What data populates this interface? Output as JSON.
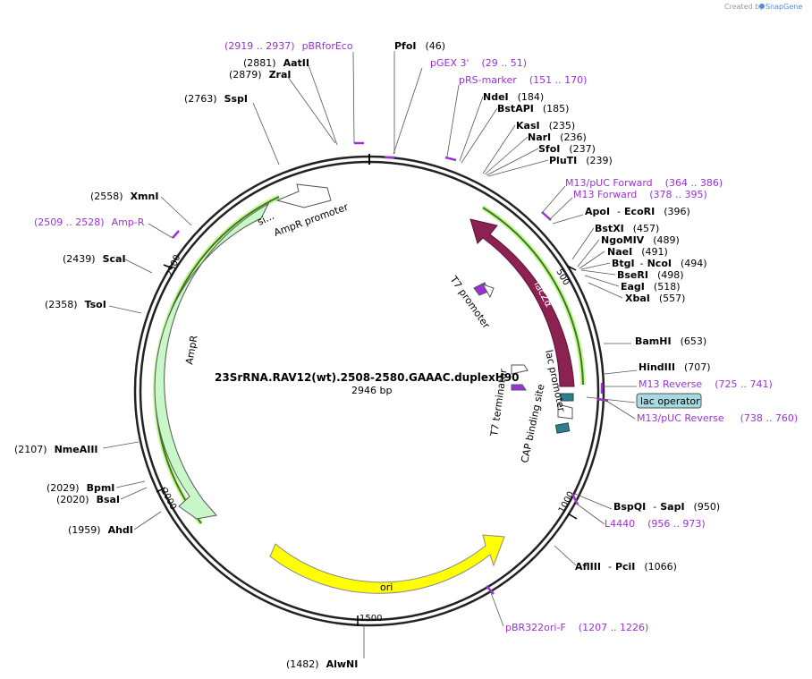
{
  "credit": {
    "prefix": "Created by",
    "brand": "SnapGene"
  },
  "plasmid": {
    "name": "23SrRNA.RAV12(wt).2508-2580.GAAAC.duplexH90",
    "size": "2946 bp"
  },
  "ticks": [
    "500",
    "1000",
    "1500",
    "2000",
    "2500"
  ],
  "enzymes": [
    {
      "name": "PfoI",
      "pos": "(46)"
    },
    {
      "name": "NdeI",
      "pos": "(184)"
    },
    {
      "name": "BstAPI",
      "pos": "(185)"
    },
    {
      "name": "KasI",
      "pos": "(235)"
    },
    {
      "name": "NarI",
      "pos": "(236)"
    },
    {
      "name": "SfoI",
      "pos": "(237)"
    },
    {
      "name": "PluTI",
      "pos": "(239)"
    },
    {
      "name": "ApoI",
      "pos": "",
      "sep": "-",
      "name2": "EcoRI",
      "pos2": "(396)"
    },
    {
      "name": "BstXI",
      "pos": "(457)"
    },
    {
      "name": "NgoMIV",
      "pos": "(489)"
    },
    {
      "name": "NaeI",
      "pos": "(491)"
    },
    {
      "name": "BtgI",
      "pos": "",
      "sep": "-",
      "name2": "NcoI",
      "pos2": "(494)"
    },
    {
      "name": "BseRI",
      "pos": "(498)"
    },
    {
      "name": "EagI",
      "pos": "(518)"
    },
    {
      "name": "XbaI",
      "pos": "(557)"
    },
    {
      "name": "BamHI",
      "pos": "(653)"
    },
    {
      "name": "HindIII",
      "pos": "(707)"
    },
    {
      "name": "BspQI",
      "pos": "",
      "sep": "-",
      "name2": "SapI",
      "pos2": "(950)"
    },
    {
      "name": "AflIII",
      "pos": "",
      "sep": "-",
      "name2": "PciI",
      "pos2": "(1066)"
    },
    {
      "name": "AlwNI",
      "pos": "(1482)"
    },
    {
      "name": "AhdI",
      "pos": "(1959)"
    },
    {
      "name": "BsaI",
      "pos": "(2020)"
    },
    {
      "name": "BpmI",
      "pos": "(2029)"
    },
    {
      "name": "NmeAIII",
      "pos": "(2107)"
    },
    {
      "name": "TsoI",
      "pos": "(2358)"
    },
    {
      "name": "ScaI",
      "pos": "(2439)"
    },
    {
      "name": "XmnI",
      "pos": "(2558)"
    },
    {
      "name": "SspI",
      "pos": "(2763)"
    },
    {
      "name": "ZraI",
      "pos": "(2879)"
    },
    {
      "name": "AatII",
      "pos": "(2881)"
    }
  ],
  "primers": [
    {
      "name": "pBRforEco",
      "range": "(2919 .. 2937)"
    },
    {
      "name": "pGEX 3'",
      "range": "(29 .. 51)"
    },
    {
      "name": "pRS-marker",
      "range": "(151 .. 170)"
    },
    {
      "name": "M13/pUC Forward",
      "range": "(364 .. 386)"
    },
    {
      "name": "M13 Forward",
      "range": "(378 .. 395)"
    },
    {
      "name": "M13 Reverse",
      "range": "(725 .. 741)"
    },
    {
      "name": "M13/pUC Reverse",
      "range": "(738 .. 760)"
    },
    {
      "name": "L4440",
      "range": "(956 .. 973)"
    },
    {
      "name": "pBR322ori-F",
      "range": "(1207 .. 1226)"
    },
    {
      "name": "Amp-R",
      "range": "(2509 .. 2528)"
    }
  ],
  "features": {
    "lacZa": "lacZα",
    "lac_operator": "lac operator",
    "lac_promoter": "lac promoter",
    "cap_site": "CAP binding site",
    "t7_promoter": "T7 promoter",
    "t7_terminator": "T7 terminator",
    "ori": "ori",
    "ampr": "AmpR",
    "ampr_promoter": "AmpR promoter",
    "signal": "si..."
  },
  "colors": {
    "primer": "#9b30d9",
    "lacZa": "#8b2252",
    "ori": "#ffff00",
    "ampr": "#c8f7c8",
    "operator": "#a8d8e0",
    "promoter_small": "#2e7d8c",
    "highlight": "#c8f7a0"
  }
}
